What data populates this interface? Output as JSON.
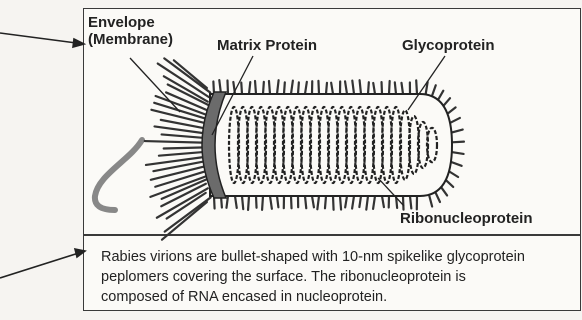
{
  "labels": {
    "envelope_line1": "Envelope",
    "envelope_line2": "(Membrane)",
    "matrix": "Matrix Protein",
    "glycoprotein": "Glycoprotein",
    "ribonucleoprotein": "Ribonucleoprotein"
  },
  "caption": {
    "line1": "Rabies virions are bullet-shaped with 10-nm spikelike glycoprotein",
    "line2": "peplomers covering the surface. The ribonucleoprotein is",
    "line3": "composed of RNA encased in nucleoprotein."
  },
  "colors": {
    "ink": "#1a1a1a",
    "matrix_fill": "#6b6b6b",
    "background": "#fbfaf7"
  }
}
